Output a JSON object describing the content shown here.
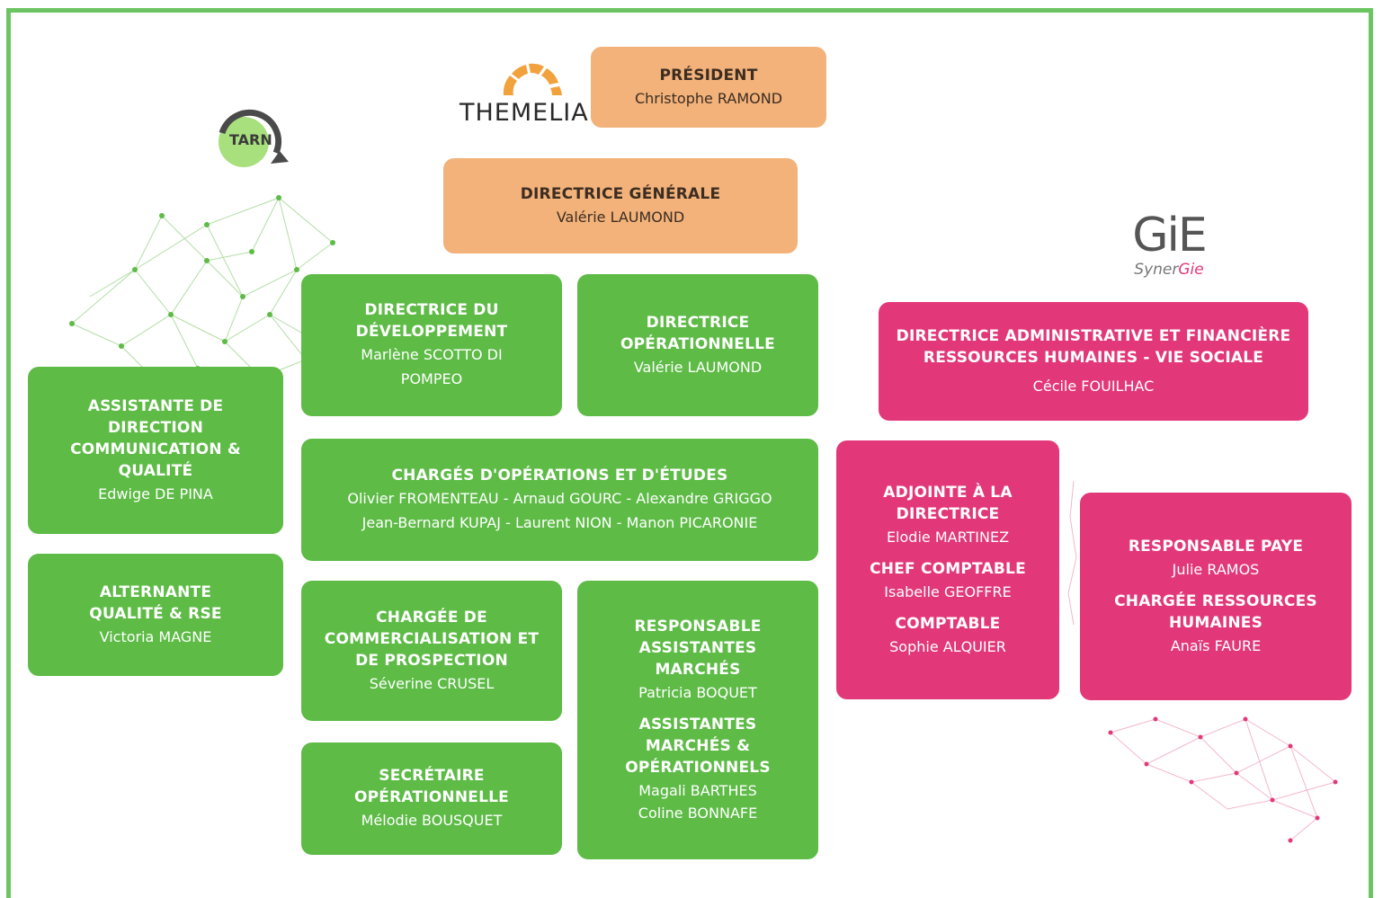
{
  "logos": {
    "themelia": "THEMELIA",
    "tarn": "TARN",
    "gie_main": "GiE",
    "gie_sub_a": "Syner",
    "gie_sub_b": "Gie"
  },
  "colors": {
    "green": "#5dbb46",
    "pink": "#e2387a",
    "orange": "#f2b27a",
    "frame": "#6cc463"
  },
  "president": {
    "title": "PRÉSIDENT",
    "name": "Christophe RAMOND"
  },
  "dg": {
    "title": "DIRECTRICE GÉNÉRALE",
    "name": "Valérie LAUMOND"
  },
  "dev": {
    "title": "DIRECTRICE DU DÉVELOPPEMENT",
    "name": "Marlène SCOTTO DI POMPEO"
  },
  "ops": {
    "title": "DIRECTRICE OPÉRATIONNELLE",
    "name": "Valérie LAUMOND"
  },
  "assistant": {
    "title": "ASSISTANTE DE DIRECTION COMMUNICATION & QUALITÉ",
    "name": "Edwige DE PINA"
  },
  "alternante": {
    "title": "ALTERNANTE QUALITÉ & RSE",
    "name": "Victoria MAGNE"
  },
  "charges": {
    "title": "CHARGÉS D'OPÉRATIONS ET D'ÉTUDES",
    "line1": "Olivier FROMENTEAU - Arnaud GOURC - Alexandre GRIGGO",
    "line2": "Jean-Bernard KUPAJ - Laurent NION - Manon PICARONIE"
  },
  "commercial": {
    "title": "CHARGÉE DE COMMERCIALISATION ET DE PROSPECTION",
    "name": "Séverine CRUSEL"
  },
  "secretaire": {
    "title": "SECRÉTAIRE OPÉRATIONNELLE",
    "name": "Mélodie BOUSQUET"
  },
  "marches": {
    "title1": "RESPONSABLE ASSISTANTES MARCHÉS",
    "name1": "Patricia BOQUET",
    "title2": "ASSISTANTES MARCHÉS & OPÉRATIONNELS",
    "name2a": "Magali BARTHES",
    "name2b": "Coline BONNAFE"
  },
  "daf": {
    "title1": "DIRECTRICE ADMINISTRATIVE ET FINANCIÈRE",
    "title2": "RESSOURCES HUMAINES - VIE SOCIALE",
    "name": "Cécile FOUILHAC"
  },
  "adjointe": {
    "title1": "ADJOINTE À LA DIRECTRICE",
    "name1": "Elodie MARTINEZ",
    "title2": "CHEF COMPTABLE",
    "name2": "Isabelle GEOFFRE",
    "title3": "COMPTABLE",
    "name3": "Sophie ALQUIER"
  },
  "paye": {
    "title1": "RESPONSABLE PAYE",
    "name1": "Julie RAMOS",
    "title2": "CHARGÉE RESSOURCES HUMAINES",
    "name2": "Anaïs FAURE"
  }
}
